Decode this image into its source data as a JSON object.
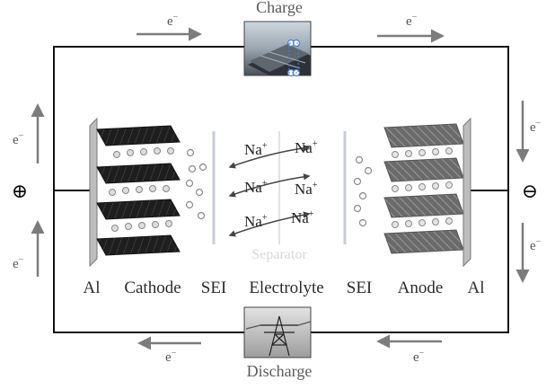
{
  "top": {
    "label": "Charge",
    "image": "solar-panel-photo"
  },
  "bottom": {
    "label": "Discharge",
    "image": "power-tower-photo"
  },
  "electron": {
    "base": "e",
    "sup": "−"
  },
  "terminals": {
    "positive": "⊕",
    "negative": "⊖"
  },
  "ion": {
    "base": "Na",
    "sup": "+"
  },
  "separator_label": "Separator",
  "component_labels": [
    "Al",
    "Cathode",
    "SEI",
    "Electrolyte",
    "SEI",
    "Anode",
    "Al"
  ],
  "colors": {
    "arrow": "#8a8a8a",
    "cathode_layer": "#1e1e1e",
    "anode_layer": "#6a6a6a",
    "ion_circle": "#9a9a9a"
  }
}
